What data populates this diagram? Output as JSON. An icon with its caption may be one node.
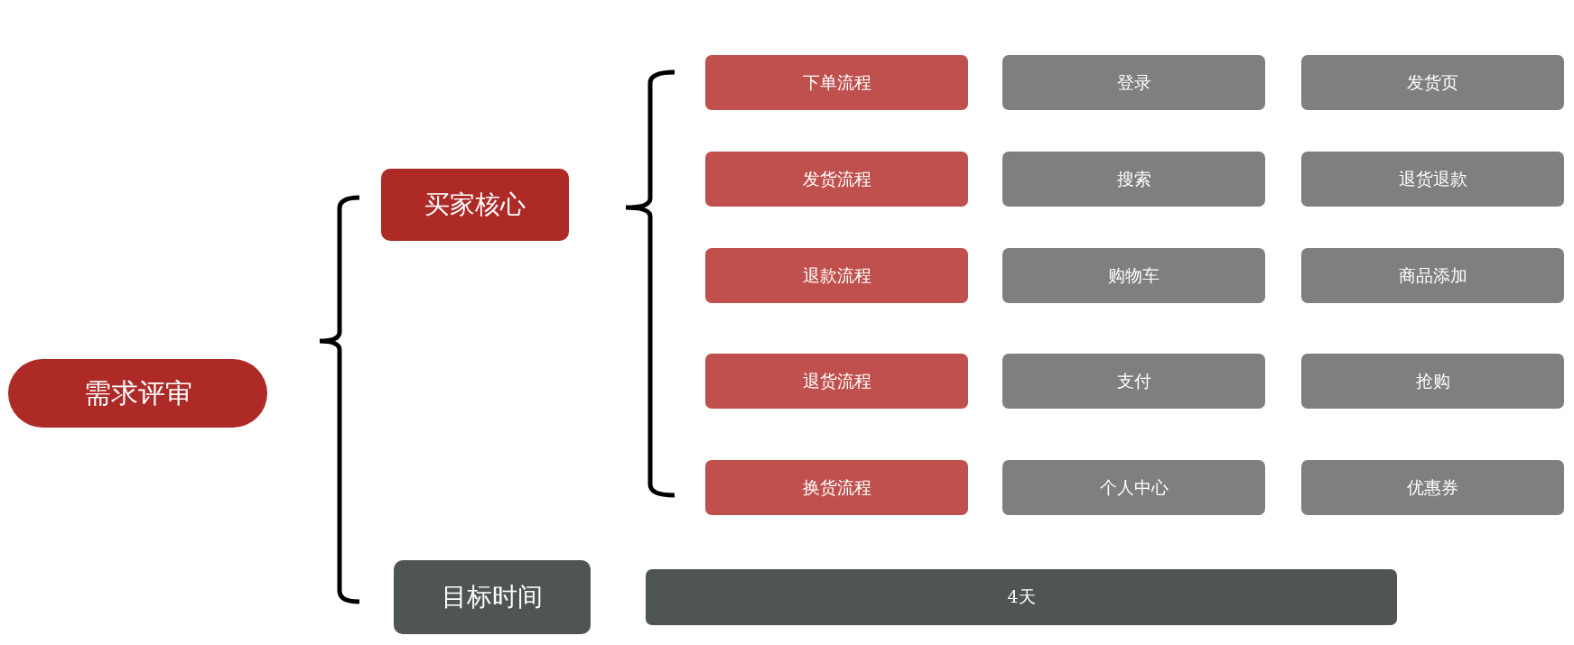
{
  "diagram": {
    "nodes": [
      {
        "text": [
          "需求评审"
        ]
      },
      {
        "text": [
          "买家核心"
        ]
      },
      {
        "text": [
          "目标时间"
        ]
      },
      {
        "text": [
          "下单流程"
        ]
      },
      {
        "text": [
          "登录"
        ]
      },
      {
        "text": [
          "发货页"
        ]
      },
      {
        "text": [
          "发货流程"
        ]
      },
      {
        "text": [
          "搜索"
        ]
      },
      {
        "text": [
          "退货退款"
        ]
      },
      {
        "text": [
          "退款流程"
        ]
      },
      {
        "text": [
          "购物车"
        ]
      },
      {
        "text": [
          "商品添加"
        ]
      },
      {
        "text": [
          "退货流程"
        ]
      },
      {
        "text": [
          "支付"
        ]
      },
      {
        "text": [
          "抢购"
        ]
      },
      {
        "text": [
          "换货流程"
        ]
      },
      {
        "text": [
          "个人中心"
        ]
      },
      {
        "text": [
          "优惠券"
        ]
      },
      {
        "text": [
          "4天"
        ]
      }
    ]
  }
}
